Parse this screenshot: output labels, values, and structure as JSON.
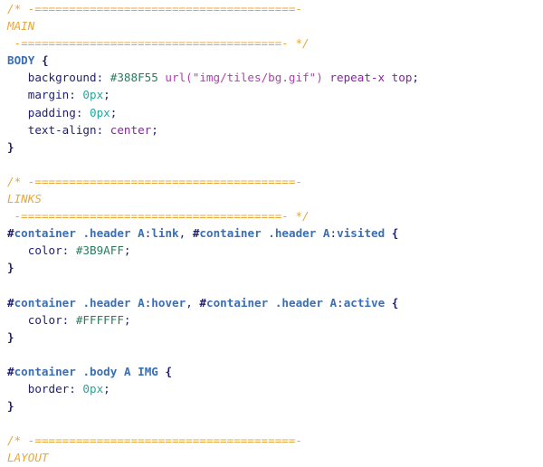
{
  "code_lines": [
    [
      [
        "comment",
        "/* -======================================-"
      ]
    ],
    [
      [
        "comment",
        "MAIN"
      ]
    ],
    [
      [
        "comment",
        " -======================================- */"
      ]
    ],
    [
      [
        "selector",
        "BODY"
      ],
      [
        "plain",
        " "
      ],
      [
        "brace",
        "{"
      ]
    ],
    [
      [
        "plain",
        "   "
      ],
      [
        "prop",
        "background"
      ],
      [
        "punct",
        ": "
      ],
      [
        "hex",
        "#388F55"
      ],
      [
        "plain",
        " "
      ],
      [
        "string",
        "url(\"img/tiles/bg.gif\")"
      ],
      [
        "plain",
        " "
      ],
      [
        "value",
        "repeat-x"
      ],
      [
        "plain",
        " "
      ],
      [
        "value",
        "top"
      ],
      [
        "punct",
        ";"
      ]
    ],
    [
      [
        "plain",
        "   "
      ],
      [
        "prop",
        "margin"
      ],
      [
        "punct",
        ": "
      ],
      [
        "number",
        "0px"
      ],
      [
        "punct",
        ";"
      ]
    ],
    [
      [
        "plain",
        "   "
      ],
      [
        "prop",
        "padding"
      ],
      [
        "punct",
        ": "
      ],
      [
        "number",
        "0px"
      ],
      [
        "punct",
        ";"
      ]
    ],
    [
      [
        "plain",
        "   "
      ],
      [
        "prop",
        "text-align"
      ],
      [
        "punct",
        ": "
      ],
      [
        "value",
        "center"
      ],
      [
        "punct",
        ";"
      ]
    ],
    [
      [
        "brace",
        "}"
      ]
    ],
    [],
    [
      [
        "comment",
        "/* -======================================-"
      ]
    ],
    [
      [
        "comment",
        "LINKS"
      ]
    ],
    [
      [
        "comment",
        " -======================================- */"
      ]
    ],
    [
      [
        "hash",
        "#"
      ],
      [
        "selector",
        "container"
      ],
      [
        "plain",
        " "
      ],
      [
        "selector",
        ".header"
      ],
      [
        "plain",
        " "
      ],
      [
        "selector",
        "A"
      ],
      [
        "punct",
        ":"
      ],
      [
        "pseudo",
        "link"
      ],
      [
        "punct",
        ", "
      ],
      [
        "hash",
        "#"
      ],
      [
        "selector",
        "container"
      ],
      [
        "plain",
        " "
      ],
      [
        "selector",
        ".header"
      ],
      [
        "plain",
        " "
      ],
      [
        "selector",
        "A"
      ],
      [
        "punct",
        ":"
      ],
      [
        "pseudo",
        "visited"
      ],
      [
        "plain",
        " "
      ],
      [
        "brace",
        "{"
      ]
    ],
    [
      [
        "plain",
        "   "
      ],
      [
        "prop",
        "color"
      ],
      [
        "punct",
        ": "
      ],
      [
        "hex",
        "#3B9AFF"
      ],
      [
        "punct",
        ";"
      ]
    ],
    [
      [
        "brace",
        "}"
      ]
    ],
    [],
    [
      [
        "hash",
        "#"
      ],
      [
        "selector",
        "container"
      ],
      [
        "plain",
        " "
      ],
      [
        "selector",
        ".header"
      ],
      [
        "plain",
        " "
      ],
      [
        "selector",
        "A"
      ],
      [
        "punct",
        ":"
      ],
      [
        "pseudo",
        "hover"
      ],
      [
        "punct",
        ", "
      ],
      [
        "hash",
        "#"
      ],
      [
        "selector",
        "container"
      ],
      [
        "plain",
        " "
      ],
      [
        "selector",
        ".header"
      ],
      [
        "plain",
        " "
      ],
      [
        "selector",
        "A"
      ],
      [
        "punct",
        ":"
      ],
      [
        "pseudo",
        "active"
      ],
      [
        "plain",
        " "
      ],
      [
        "brace",
        "{"
      ]
    ],
    [
      [
        "plain",
        "   "
      ],
      [
        "prop",
        "color"
      ],
      [
        "punct",
        ": "
      ],
      [
        "hex",
        "#FFFFFF"
      ],
      [
        "punct",
        ";"
      ]
    ],
    [
      [
        "brace",
        "}"
      ]
    ],
    [],
    [
      [
        "hash",
        "#"
      ],
      [
        "selector",
        "container"
      ],
      [
        "plain",
        " "
      ],
      [
        "selector",
        ".body"
      ],
      [
        "plain",
        " "
      ],
      [
        "selector",
        "A"
      ],
      [
        "plain",
        " "
      ],
      [
        "selector",
        "IMG"
      ],
      [
        "plain",
        " "
      ],
      [
        "brace",
        "{"
      ]
    ],
    [
      [
        "plain",
        "   "
      ],
      [
        "prop",
        "border"
      ],
      [
        "punct",
        ": "
      ],
      [
        "number",
        "0px"
      ],
      [
        "punct",
        ";"
      ]
    ],
    [
      [
        "brace",
        "}"
      ]
    ],
    [],
    [
      [
        "comment",
        "/* -======================================-"
      ]
    ],
    [
      [
        "comment",
        "LAYOUT"
      ]
    ]
  ]
}
